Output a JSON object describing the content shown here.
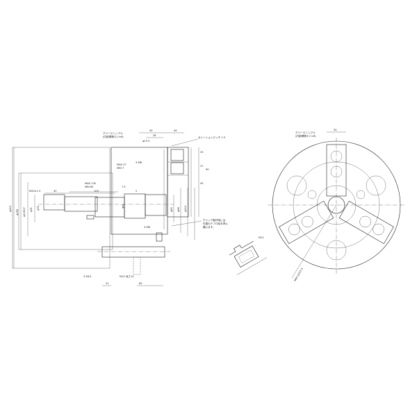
{
  "side_view": {
    "dims": {
      "d40": "40",
      "d44": "44",
      "phi15_5": "φ15.5",
      "d26": "26",
      "grease_title": "グリースニップル",
      "grease_sub": "(内部潤滑ネジ×6)",
      "serration": "セレーションピッチ 1.5",
      "d20": "20",
      "d21": "21",
      "d45": "45",
      "d90": "90",
      "max37": "MAX 37",
      "min7": "MIN 7",
      "m8_top": "3-M8",
      "max135": "MAX 135",
      "min85": "MIN 85",
      "d7_5": "7.5",
      "m20": "M20×1.5",
      "d30": "30",
      "d100": "100",
      "d2": "2",
      "phi210": "φ210",
      "phi155": "φ155",
      "phi125": "φ125h7",
      "phi91": "φ91",
      "phi30": "φ30",
      "phi41": "φ41",
      "phi80": "φ80",
      "phi66": "φ66",
      "phi110": "φ110",
      "m8_bottom": "3-M8",
      "note1": "チャック取付時には",
      "note2": "付属のテフロ栓を押入",
      "note3": "願います。",
      "m10": "3-M10",
      "m10depth": "M10 深さ15",
      "d22": "22",
      "d60": "60"
    }
  },
  "front_view": {
    "dims": {
      "d34": "34",
      "grease_title": "グリースニップル",
      "grease_sub": "(内部潤滑ネジ×6)",
      "max_phi": "MAX φ211.5"
    }
  },
  "detail_view": {
    "dims": {
      "m12": "M12"
    }
  }
}
